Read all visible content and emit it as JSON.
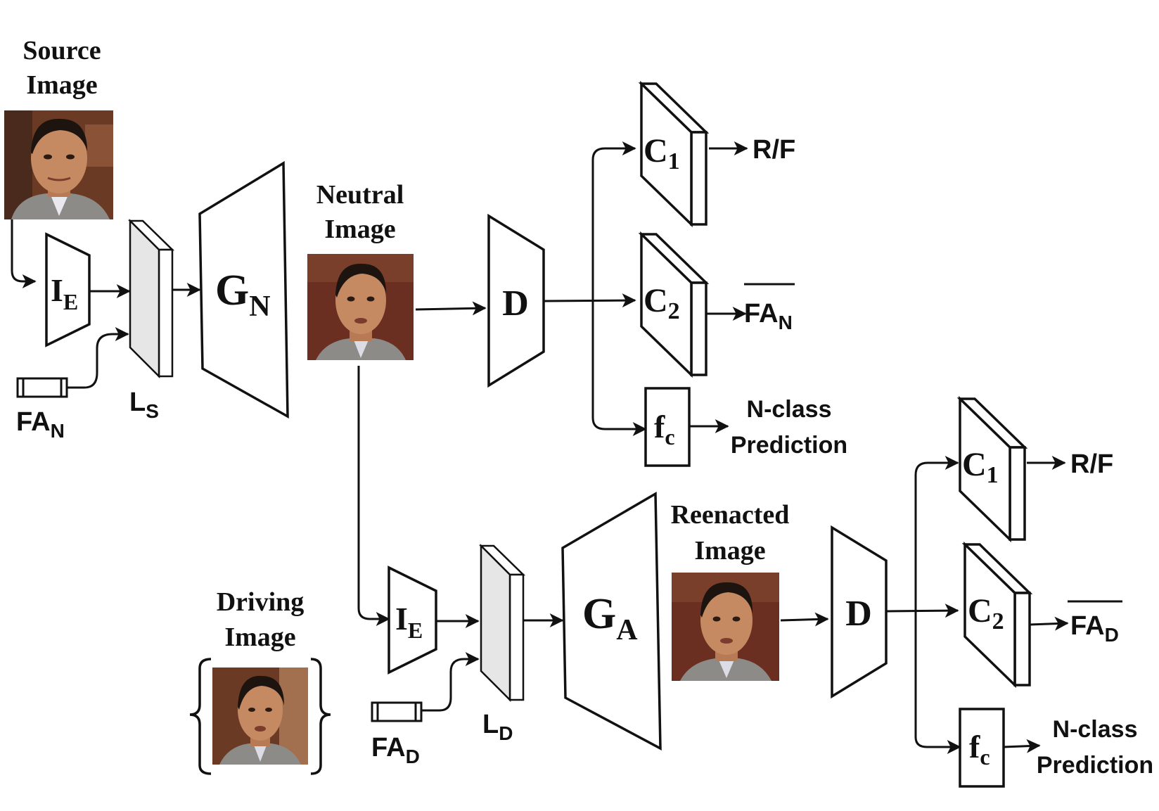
{
  "labels": {
    "source_image": [
      "Source",
      "Image"
    ],
    "neutral_image": [
      "Neutral",
      "Image"
    ],
    "reenacted_image": [
      "Reenacted",
      "Image"
    ],
    "driving_image": [
      "Driving",
      "Image"
    ]
  },
  "top": {
    "encoder": {
      "main": "I",
      "sub": "E"
    },
    "latent": {
      "main": "L",
      "sub": "S"
    },
    "attr_vector": {
      "main": "FA",
      "sub": "N"
    },
    "generator": {
      "main": "G",
      "sub": "N"
    },
    "discriminator": "D",
    "c1": {
      "main": "C",
      "sub": "1"
    },
    "c2": {
      "main": "C",
      "sub": "2"
    },
    "fc": {
      "main": "f",
      "sub": "c"
    },
    "out_c1": "R/F",
    "out_c2": {
      "main": "FA",
      "sub": "N"
    },
    "out_fc": [
      "N-class",
      "Prediction"
    ]
  },
  "bottom": {
    "encoder": {
      "main": "I",
      "sub": "E"
    },
    "latent": {
      "main": "L",
      "sub": "D"
    },
    "attr_vector": {
      "main": "FA",
      "sub": "D"
    },
    "generator": {
      "main": "G",
      "sub": "A"
    },
    "discriminator": "D",
    "c1": {
      "main": "C",
      "sub": "1"
    },
    "c2": {
      "main": "C",
      "sub": "2"
    },
    "fc": {
      "main": "f",
      "sub": "c"
    },
    "out_c1": "R/F",
    "out_c2": {
      "main": "FA",
      "sub": "D"
    },
    "out_fc": [
      "N-class",
      "Prediction"
    ]
  },
  "colors": {
    "stroke": "#111111",
    "latent_fill": "#e6e6e6",
    "skin": "#c58a62",
    "hair": "#1d1410",
    "suit": "#8c8b87",
    "background_warm": "#6b3a24"
  }
}
